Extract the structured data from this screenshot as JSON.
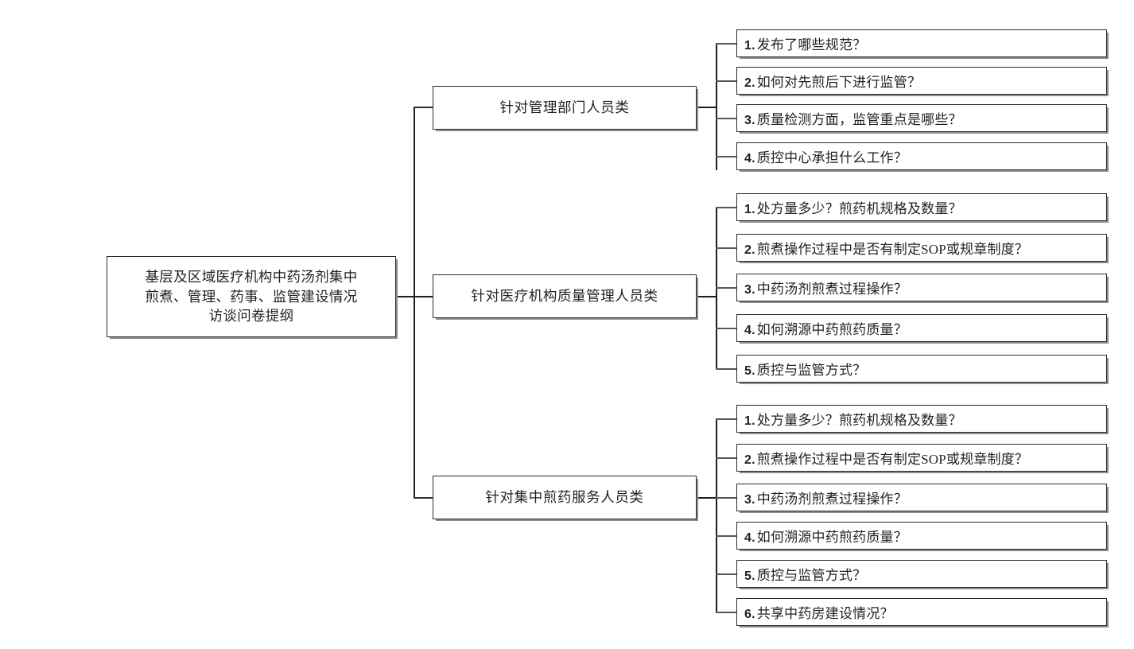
{
  "diagram": {
    "type": "mind-map",
    "title": "基层及区域医疗机构中药汤剂集中煎煮、管理、药事、监管建设情况访谈问卷提纲",
    "root": {
      "label": "基层及区域医疗机构中药汤剂集中\n煎煮、管理、药事、监管建设情况\n访谈问卷提纲"
    },
    "branches": [
      {
        "label": "针对管理部门人员类",
        "items": [
          {
            "num": "1.",
            "text": "发布了哪些规范？"
          },
          {
            "num": "2.",
            "text": "如何对先煎后下进行监管？"
          },
          {
            "num": "3.",
            "text": "质量检测方面，监管重点是哪些？"
          },
          {
            "num": "4.",
            "text": "质控中心承担什么工作？"
          }
        ]
      },
      {
        "label": "针对医疗机构质量管理人员类",
        "items": [
          {
            "num": "1.",
            "text": "处方量多少？煎药机规格及数量？"
          },
          {
            "num": "2.",
            "text": "煎煮操作过程中是否有制定SOP或规章制度？"
          },
          {
            "num": "3.",
            "text": "中药汤剂煎煮过程操作？"
          },
          {
            "num": "4.",
            "text": "如何溯源中药煎药质量？"
          },
          {
            "num": "5.",
            "text": "质控与监管方式？"
          }
        ]
      },
      {
        "label": "针对集中煎药服务人员类",
        "items": [
          {
            "num": "1.",
            "text": "处方量多少？煎药机规格及数量？"
          },
          {
            "num": "2.",
            "text": "煎煮操作过程中是否有制定SOP或规章制度？"
          },
          {
            "num": "3.",
            "text": "中药汤剂煎煮过程操作？"
          },
          {
            "num": "4.",
            "text": "如何溯源中药煎药质量？"
          },
          {
            "num": "5.",
            "text": "质控与监管方式？"
          },
          {
            "num": "6.",
            "text": "共享中药房建设情况？"
          }
        ]
      }
    ],
    "colors": {
      "background": "#ffffff",
      "box_border": "#2a2a2a",
      "box_fill": "#ffffff",
      "box_shadow": "#8d8d8d",
      "text": "#231f20",
      "connector": "#2f2f2f"
    }
  }
}
